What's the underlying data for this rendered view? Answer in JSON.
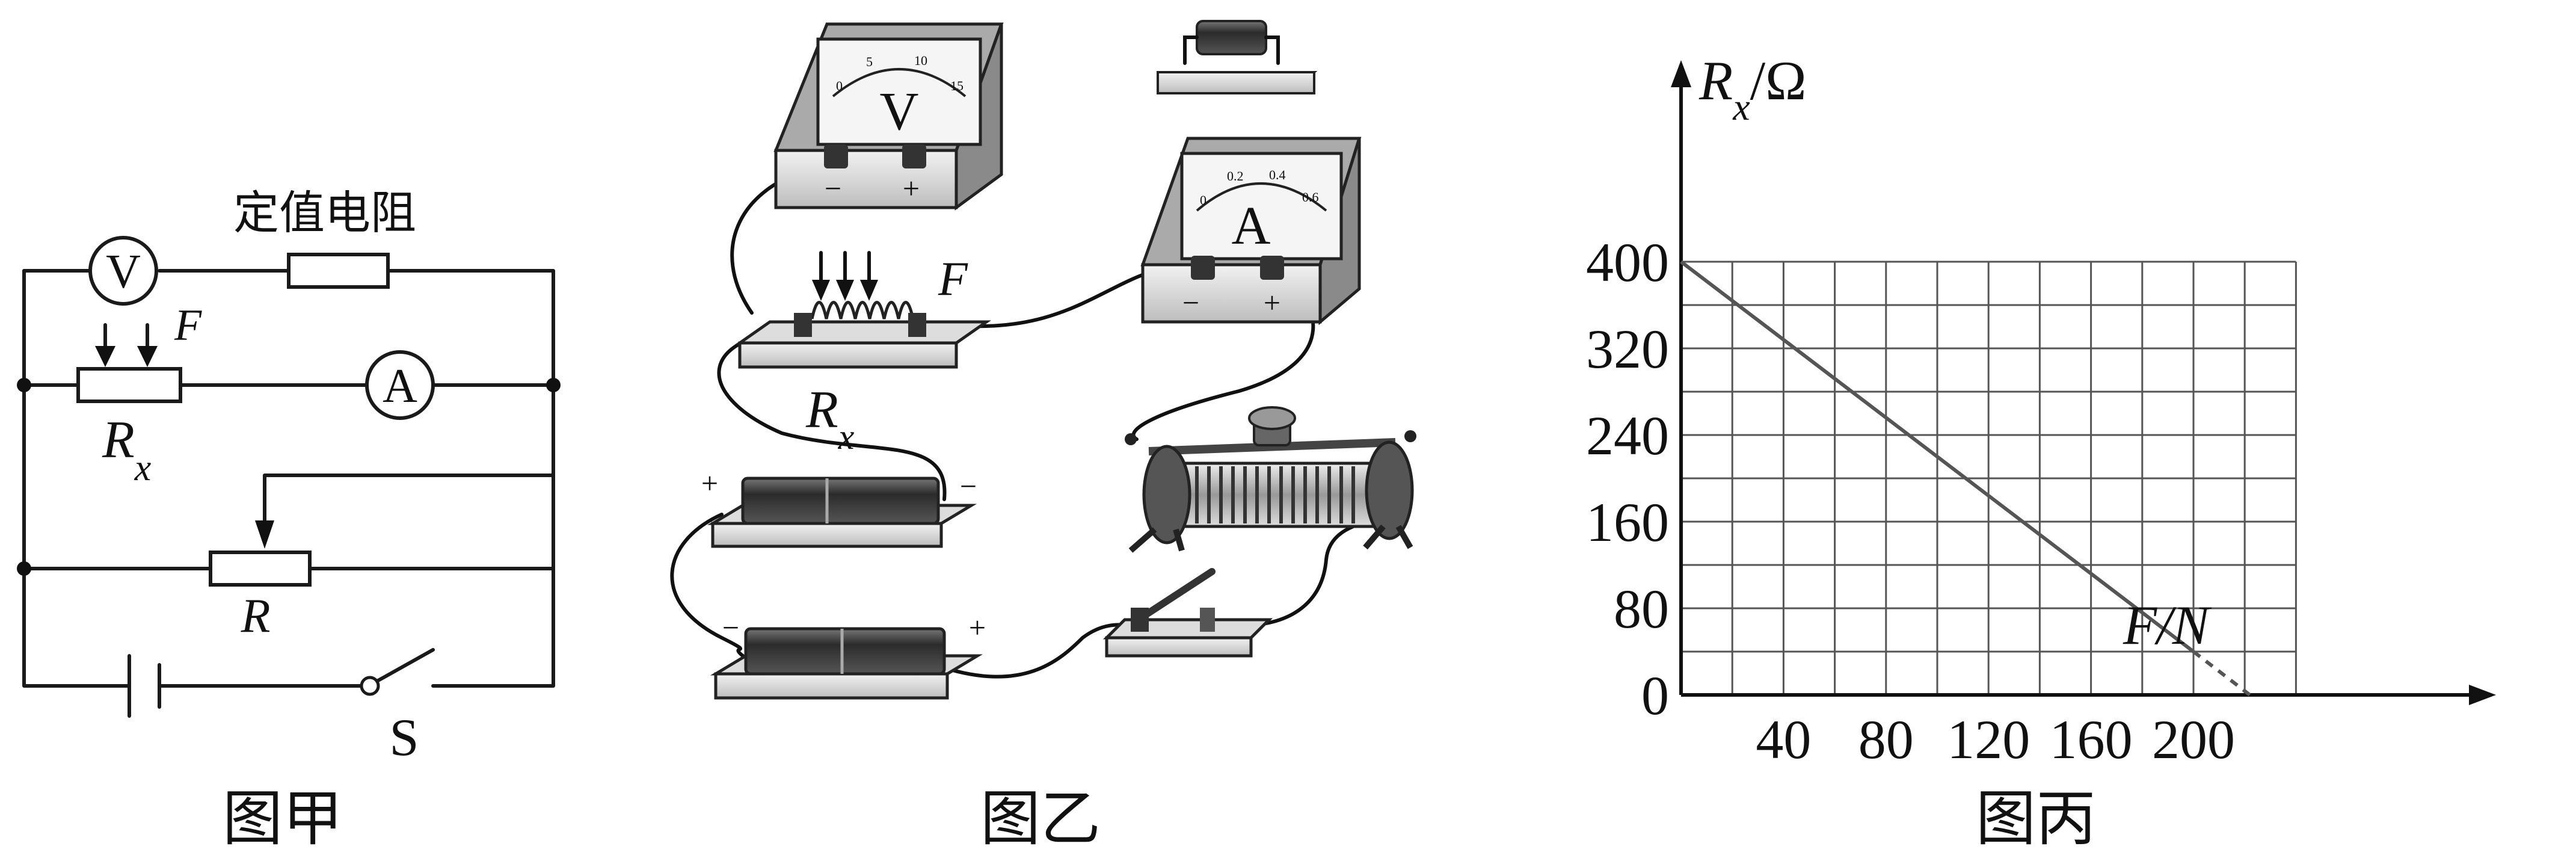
{
  "captions": {
    "fig_a": "图甲",
    "fig_b": "图乙",
    "fig_c": "图丙"
  },
  "circuit_a": {
    "voltmeter": "V",
    "ammeter": "A",
    "fixed_resistor": "定值电阻",
    "force": "F",
    "rx_main": "R",
    "rx_sub": "x",
    "rheostat": "R",
    "switch": "S"
  },
  "apparatus_b": {
    "voltmeter": "V",
    "ammeter": "A",
    "force": "F",
    "rx_main": "R",
    "rx_sub": "x",
    "plus": "+",
    "minus": "−",
    "volt_scale": [
      "0",
      "5",
      "10",
      "15"
    ],
    "amp_scale": [
      "0",
      "0.2",
      "0.4",
      "0.6"
    ]
  },
  "chart_data": {
    "type": "line",
    "x_label": "F/N",
    "y_label_main": "R",
    "y_label_sub": "x",
    "y_label_unit": "/Ω",
    "x_ticks": [
      "40",
      "80",
      "120",
      "160",
      "200"
    ],
    "y_ticks": [
      "0",
      "80",
      "160",
      "240",
      "320",
      "400"
    ],
    "xlim": [
      0,
      240
    ],
    "ylim": [
      0,
      400
    ],
    "grid": true,
    "series": [
      {
        "style": "solid",
        "points": [
          [
            0,
            400
          ],
          [
            200,
            40
          ]
        ]
      },
      {
        "style": "dashed",
        "points": [
          [
            200,
            40
          ],
          [
            222,
            0
          ]
        ]
      }
    ]
  }
}
